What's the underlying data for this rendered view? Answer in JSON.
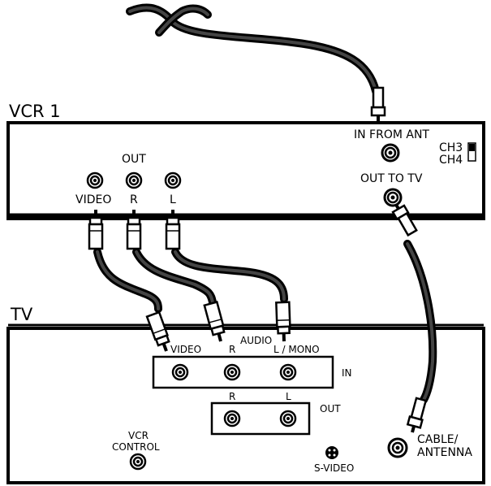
{
  "vcr": {
    "title": "VCR 1",
    "out_label": "OUT",
    "video_label": "VIDEO",
    "r_label": "R",
    "l_label": "L",
    "in_from_ant": "IN FROM ANT",
    "out_to_tv": "OUT TO TV",
    "ch3": "CH3",
    "ch4": "CH4"
  },
  "tv": {
    "title": "TV",
    "audio_label": "AUDIO",
    "video_label": "VIDEO",
    "r_label": "R",
    "l_mono_label": "L / MONO",
    "in_label": "IN",
    "out_r_label": "R",
    "out_l_label": "L",
    "out_label": "OUT",
    "vcr_control_line1": "VCR",
    "vcr_control_line2": "CONTROL",
    "svideo_label": "S-VIDEO",
    "cable_line1": "CABLE/",
    "cable_line2": "ANTENNA"
  }
}
